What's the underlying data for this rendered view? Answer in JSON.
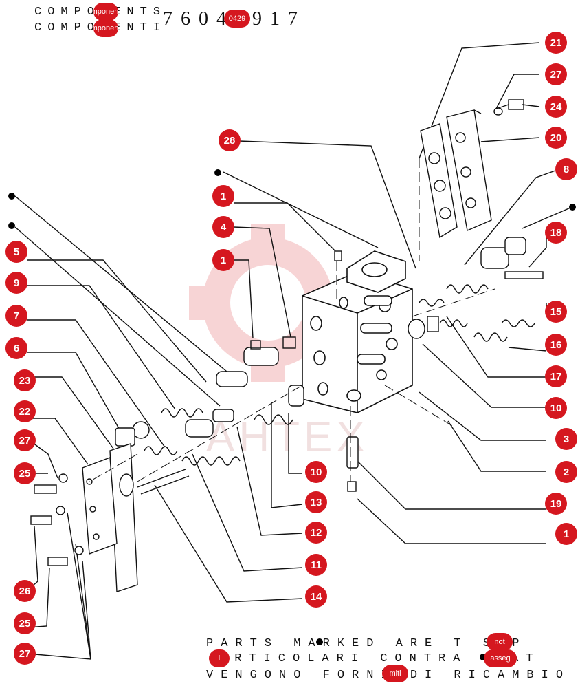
{
  "header": {
    "line1": "COMPONENTS",
    "line2": "COMPONENTI",
    "part_number": "76042917",
    "badge_line1": "mponent",
    "badge_line2": "mponent",
    "badge_partno": "0429"
  },
  "watermark": "AHTEX",
  "callouts": {
    "c21": "21",
    "c27a": "27",
    "c24": "24",
    "c20": "20",
    "c28": "28",
    "c8": "8",
    "c1a": "1",
    "c4": "4",
    "c1b": "1",
    "c18": "18",
    "c5": "5",
    "c9": "9",
    "c7": "7",
    "c15": "15",
    "c6": "6",
    "c16": "16",
    "c23": "23",
    "c17": "17",
    "c22": "22",
    "c10a": "10",
    "c27b": "27",
    "c3": "3",
    "c25a": "25",
    "c10b": "10",
    "c2": "2",
    "c13": "13",
    "c19": "19",
    "c12": "12",
    "c1c": "1",
    "c11": "11",
    "c26": "26",
    "c14": "14",
    "c25b": "25",
    "c27c": "27"
  },
  "footer": {
    "line1": "PARTS MARKED   ARE  T SUP",
    "line2": "ARTICOLARI  CONTRA  GNAT",
    "line3": "VENGONO FORNI   DI RICAMBIO",
    "badge_i": "i",
    "badge_not": "not",
    "badge_segn": "asseg",
    "badge_miti": "miti"
  }
}
